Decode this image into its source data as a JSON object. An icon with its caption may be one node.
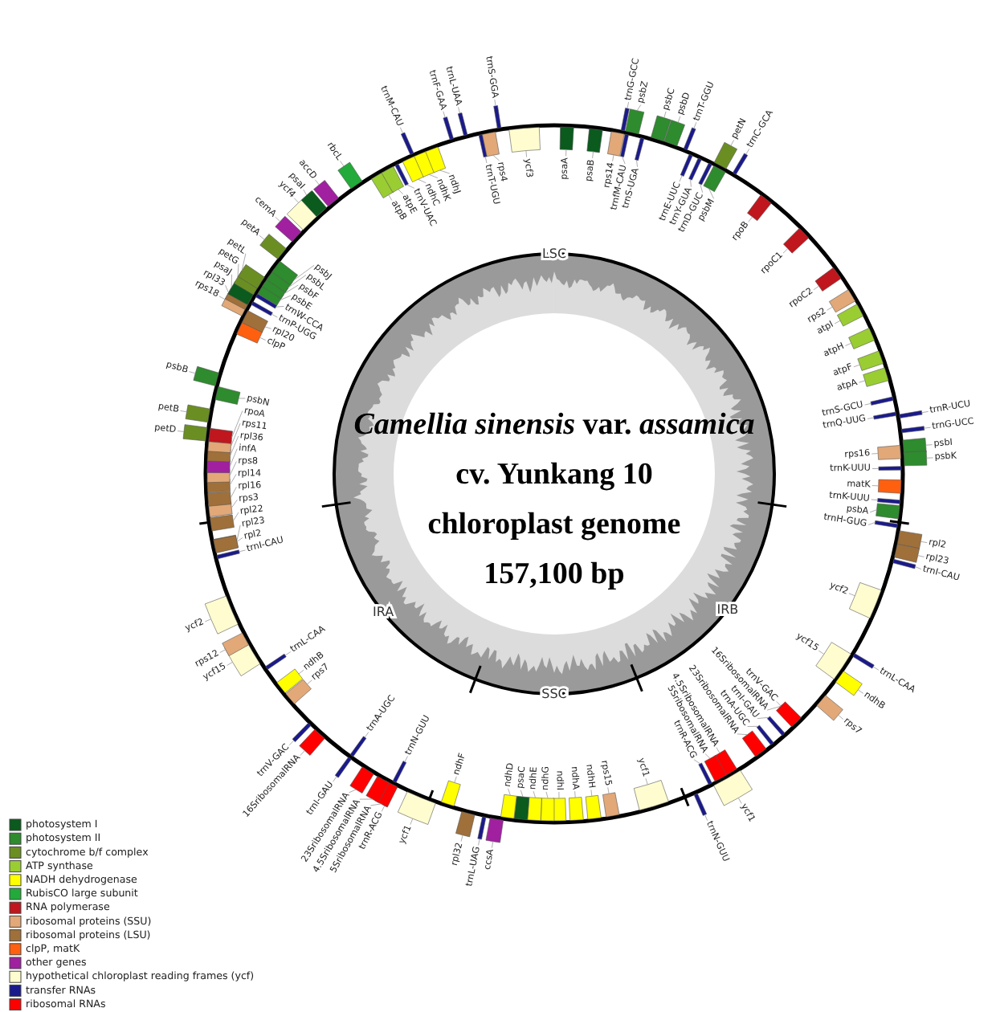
{
  "diagram": {
    "labels": [
      "*Camellia sinensis* var. *assamica*",
      "cv. Yunkang 10",
      "chloroplast genome",
      "157,100 bp",
      "LSC",
      "IRB",
      "SSC",
      "IRA",
      "ycf3",
      "psaA",
      "psaB",
      "rps14",
      "trnfM-CAU",
      "trnS-UGA",
      "trnG-GCC",
      "psbZ",
      "psbC",
      "psbD",
      "trnT-GGU",
      "trnE-UUC",
      "trnY-GUA",
      "trnD-GUC",
      "psbM",
      "petN",
      "trnC-GCA",
      "rpoB",
      "rpoC1",
      "rpoC2",
      "rps2",
      "atpI",
      "atpH",
      "atpF",
      "atpA",
      "trnR-UCU",
      "trnG-UCC",
      "psbI",
      "psbK",
      "trnS-GCU",
      "trnQ-UUG",
      "rps16",
      "trnK-UUU",
      "matK",
      "trnK-UUU",
      "psbA",
      "trnH-GUG",
      "rpl2",
      "rpl23",
      "trnI-CAU",
      "ycf2",
      "ycf15",
      "trnL-CAA",
      "ndhB",
      "rps7",
      "trnV-GAC",
      "16SribosomalRNA",
      "trnI-GAU",
      "trnA-UGC",
      "23SribosomalRNA",
      "4.5SribosomalRNA",
      "5SribosomalRNA",
      "trnR-ACG",
      "trnN-GUU",
      "ycf1",
      "ycf1",
      "rps15",
      "ndhH",
      "ndhA",
      "ndhI",
      "ndhG",
      "ndhE",
      "psaC",
      "ndhD",
      "ccsA",
      "trnL-UAG",
      "rpl32",
      "ndhF",
      "trnN-GUU",
      "ycf1",
      "trnR-ACG",
      "5SribosomalRNA",
      "4.5SribosomalRNA",
      "23SribosomalRNA",
      "trnA-UGC",
      "trnI-GAU",
      "16SribosomalRNA",
      "trnV-GAC",
      "rps7",
      "ndhB",
      "trnL-CAA",
      "ycf15",
      "rps12",
      "ycf2",
      "trnI-CAU",
      "rpl23",
      "rpl2",
      "rpl22",
      "rps3",
      "rpl16",
      "rpl14",
      "rps8",
      "infA",
      "rpl36",
      "rps11",
      "rpoA",
      "petD",
      "petB",
      "psbN",
      "psbB",
      "clpP",
      "rpl20",
      "trnP-UGG",
      "trnW-CCA",
      "psbE",
      "psbF",
      "psbL",
      "psbJ",
      "rps18",
      "rpl33",
      "psaJ",
      "petG",
      "petL",
      "petA",
      "cemA",
      "ycf4",
      "psaI",
      "accD",
      "rbcL",
      "atpB",
      "atpE",
      "trnM-CAU",
      "trnV-UAC",
      "ndhC",
      "ndhK",
      "ndhJ",
      "trnF-GAA",
      "trnL-UAA",
      "trnT-UGU",
      "rps4",
      "trnS-GGA"
    ],
    "legend": [
      {
        "text": "photosystem I",
        "color": "#0b5a1e"
      },
      {
        "text": "photosystem II",
        "color": "#2e8b2e"
      },
      {
        "text": "cytochrome b/f complex",
        "color": "#6b8e23"
      },
      {
        "text": "ATP synthase",
        "color": "#9acd32"
      },
      {
        "text": "NADH dehydrogenase",
        "color": "#ffff00"
      },
      {
        "text": "RubisCO large subunit",
        "color": "#22aa3a"
      },
      {
        "text": "RNA polymerase",
        "color": "#c0161e"
      },
      {
        "text": "ribosomal proteins (SSU)",
        "color": "#e2a878"
      },
      {
        "text": "ribosomal proteins (LSU)",
        "color": "#a0703a"
      },
      {
        "text": "clpP, matK",
        "color": "#ff6010"
      },
      {
        "text": "other genes",
        "color": "#a020a0"
      },
      {
        "text": "hypothetical chloroplast reading frames (ycf)",
        "color": "#fffdd0"
      },
      {
        "text": "transfer RNAs",
        "color": "#1a1a8c"
      },
      {
        "text": "ribosomal RNAs",
        "color": "#ff0000"
      }
    ]
  }
}
